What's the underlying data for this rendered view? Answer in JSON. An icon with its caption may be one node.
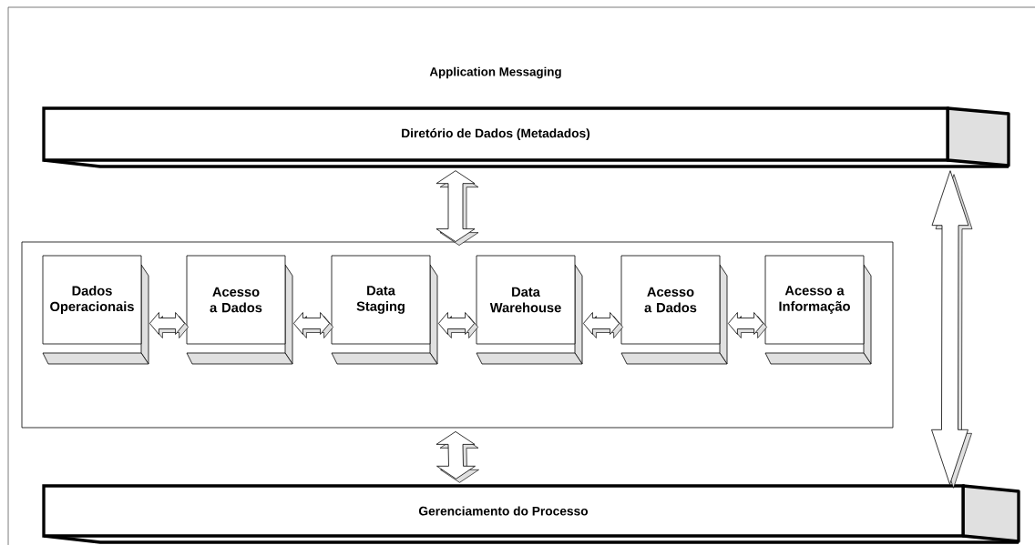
{
  "diagram": {
    "nodes": [
      {
        "text": [
          "Diretório de Dados (Metadados)"
        ]
      },
      {
        "text": [],
        "shape": "box"
      },
      {
        "text": [
          "Dados Operacionais"
        ],
        "in": 1
      },
      {
        "text": [
          "Acesso a Dados"
        ],
        "in": 1
      },
      {
        "text": [
          "Data Staging"
        ],
        "in": 1
      },
      {
        "text": [
          "Data Warehouse"
        ],
        "in": 1
      },
      {
        "text": [
          "Acesso a Dados"
        ],
        "in": 1
      },
      {
        "text": [
          "Acesso a Informação"
        ],
        "in": 1
      },
      {
        "text": [
          "Gerenciamento do Processo"
        ]
      }
    ],
    "edges": [
      {
        "from": 0,
        "to": 1,
        "arrow": "both"
      },
      {
        "from": 1,
        "to": 8,
        "arrow": "both"
      },
      {
        "from": 2,
        "to": 3,
        "arrow": "both"
      },
      {
        "from": 3,
        "to": 4,
        "arrow": "both"
      },
      {
        "from": 4,
        "to": 5,
        "arrow": "both"
      },
      {
        "from": 5,
        "to": 6,
        "arrow": "both"
      },
      {
        "from": 6,
        "to": 7,
        "arrow": "both"
      },
      {
        "from": 0,
        "to": 8,
        "arrow": "both"
      }
    ],
    "labels": [
      "Application Messaging"
    ]
  }
}
